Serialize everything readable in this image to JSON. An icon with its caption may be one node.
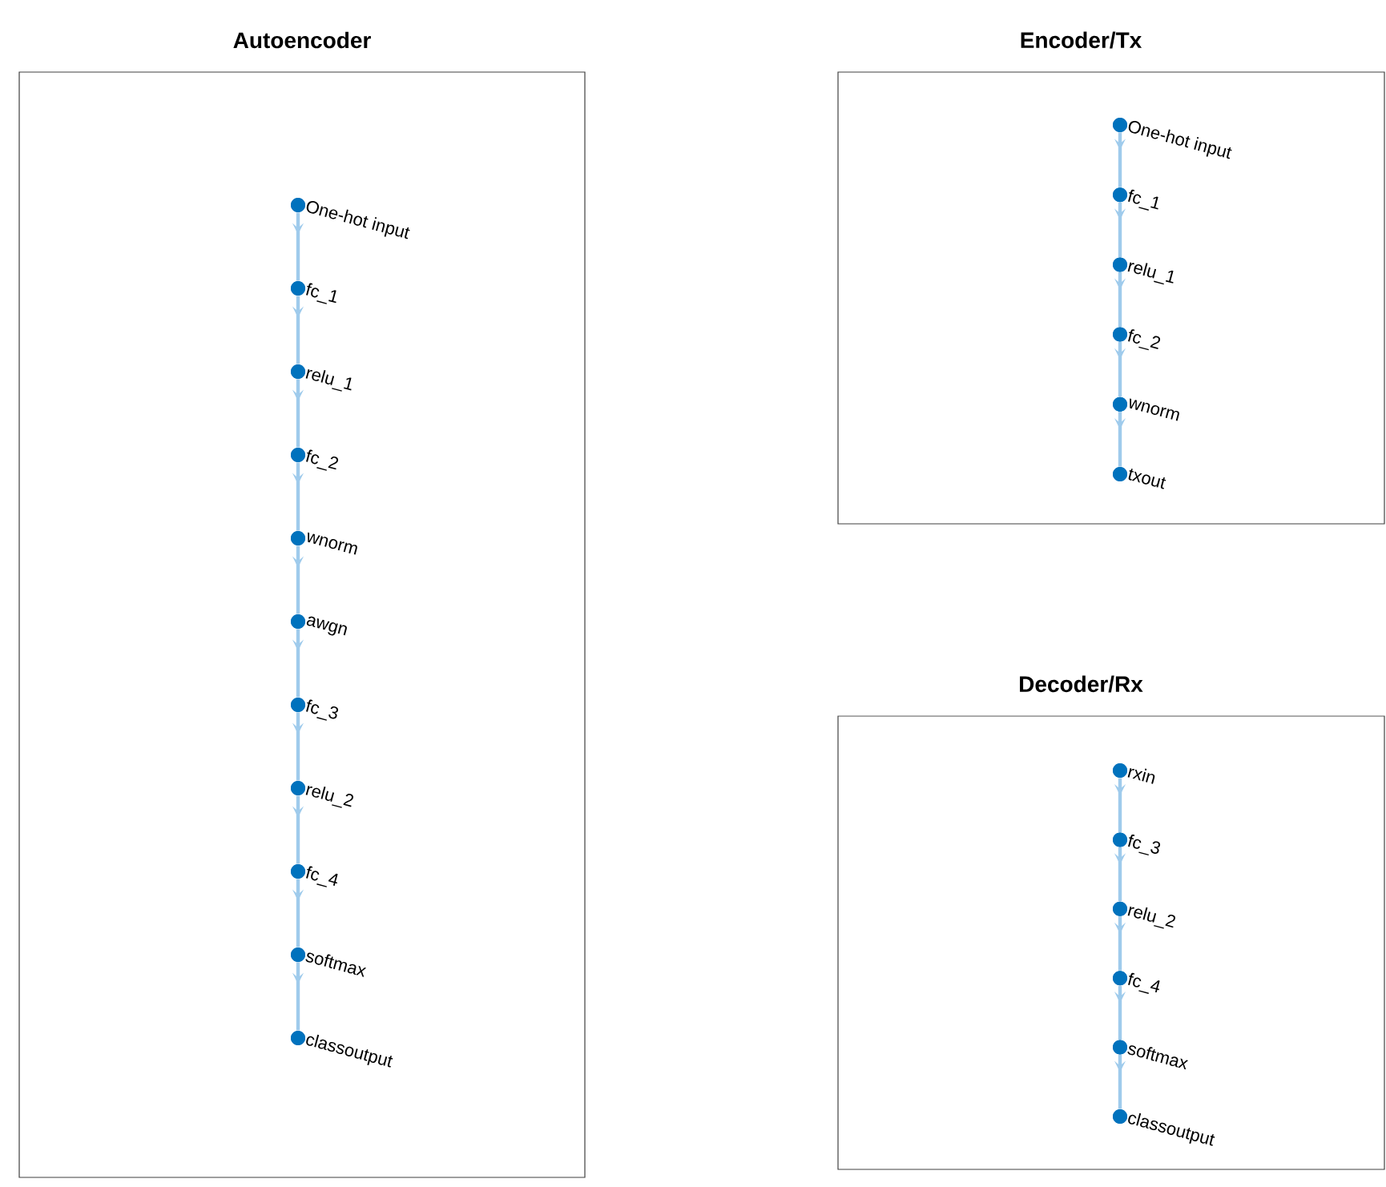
{
  "diagram": {
    "nodes": [
      {
        "text": [
          "Autoencoder"
        ]
      },
      {
        "text": [
          "One-hot input"
        ],
        "in": 0
      },
      {
        "text": [
          "fc_1"
        ],
        "in": 0
      },
      {
        "text": [
          "relu_1"
        ],
        "in": 0
      },
      {
        "text": [
          "fc_2"
        ],
        "in": 0
      },
      {
        "text": [
          "wnorm"
        ],
        "in": 0
      },
      {
        "text": [
          "awgn"
        ],
        "in": 0
      },
      {
        "text": [
          "fc_3"
        ],
        "in": 0
      },
      {
        "text": [
          "relu_2"
        ],
        "in": 0
      },
      {
        "text": [
          "fc_4"
        ],
        "in": 0
      },
      {
        "text": [
          "softmax"
        ],
        "in": 0
      },
      {
        "text": [
          "classoutput"
        ],
        "in": 0
      },
      {
        "text": [
          "Encoder/Tx"
        ]
      },
      {
        "text": [
          "One-hot input"
        ],
        "in": 12
      },
      {
        "text": [
          "fc_1"
        ],
        "in": 12
      },
      {
        "text": [
          "relu_1"
        ],
        "in": 12
      },
      {
        "text": [
          "fc_2"
        ],
        "in": 12
      },
      {
        "text": [
          "wnorm"
        ],
        "in": 12
      },
      {
        "text": [
          "txout"
        ],
        "in": 12
      },
      {
        "text": [
          "Decoder/Rx"
        ]
      },
      {
        "text": [
          "rxin"
        ],
        "in": 19
      },
      {
        "text": [
          "fc_3"
        ],
        "in": 19
      },
      {
        "text": [
          "relu_2"
        ],
        "in": 19
      },
      {
        "text": [
          "fc_4"
        ],
        "in": 19
      },
      {
        "text": [
          "softmax"
        ],
        "in": 19
      },
      {
        "text": [
          "classoutput"
        ],
        "in": 19
      }
    ],
    "edges": [
      {
        "from": 1,
        "to": 2,
        "arrow": "to"
      },
      {
        "from": 2,
        "to": 3,
        "arrow": "to"
      },
      {
        "from": 3,
        "to": 4,
        "arrow": "to"
      },
      {
        "from": 4,
        "to": 5,
        "arrow": "to"
      },
      {
        "from": 5,
        "to": 6,
        "arrow": "to"
      },
      {
        "from": 6,
        "to": 7,
        "arrow": "to"
      },
      {
        "from": 7,
        "to": 8,
        "arrow": "to"
      },
      {
        "from": 8,
        "to": 9,
        "arrow": "to"
      },
      {
        "from": 9,
        "to": 10,
        "arrow": "to"
      },
      {
        "from": 10,
        "to": 11,
        "arrow": "to"
      },
      {
        "from": 13,
        "to": 14,
        "arrow": "to"
      },
      {
        "from": 14,
        "to": 15,
        "arrow": "to"
      },
      {
        "from": 15,
        "to": 16,
        "arrow": "to"
      },
      {
        "from": 16,
        "to": 17,
        "arrow": "to"
      },
      {
        "from": 17,
        "to": 18,
        "arrow": "to"
      },
      {
        "from": 20,
        "to": 21,
        "arrow": "to"
      },
      {
        "from": 21,
        "to": 22,
        "arrow": "to"
      },
      {
        "from": 22,
        "to": 23,
        "arrow": "to"
      },
      {
        "from": 23,
        "to": 24,
        "arrow": "to"
      },
      {
        "from": 24,
        "to": 25,
        "arrow": "to"
      }
    ]
  }
}
